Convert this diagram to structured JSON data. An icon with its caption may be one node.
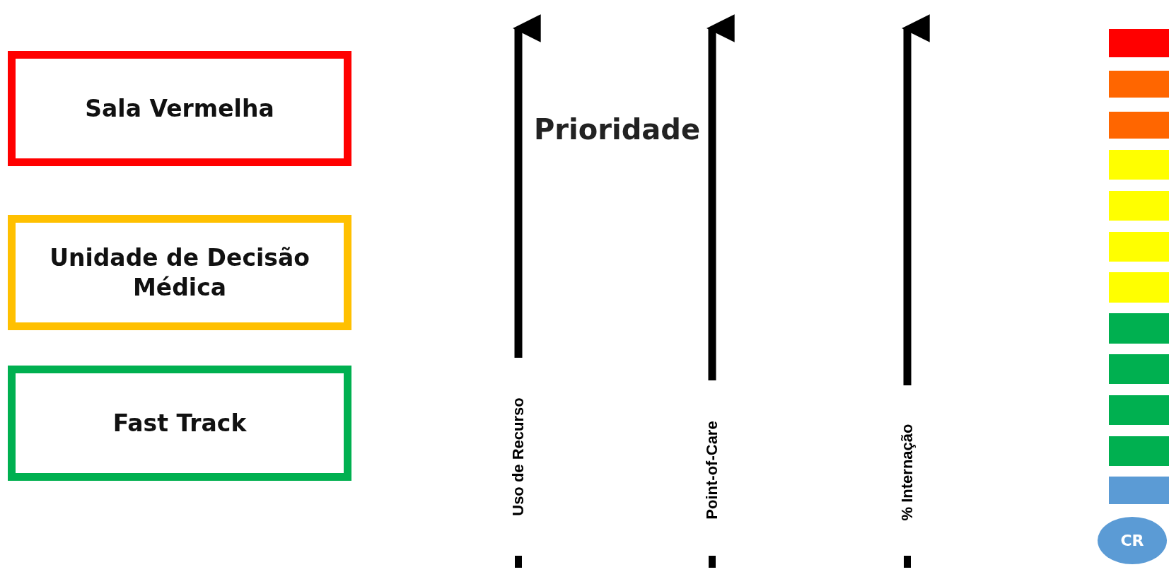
{
  "diagram": {
    "nodes": [
      {
        "text": [
          "Sala Vermelha"
        ]
      },
      {
        "text": [
          "Unidade de Decisão Médica"
        ]
      },
      {
        "text": [
          "Fast Track"
        ]
      },
      {
        "text": [],
        "shape": "bar"
      },
      {
        "text": [],
        "shape": "bar"
      },
      {
        "text": [],
        "shape": "bar"
      },
      {
        "text": [],
        "shape": "bar"
      },
      {
        "text": [],
        "shape": "bar"
      },
      {
        "text": [],
        "shape": "bar"
      },
      {
        "text": [],
        "shape": "bar"
      },
      {
        "text": [],
        "shape": "bar"
      },
      {
        "text": [],
        "shape": "bar"
      },
      {
        "text": [],
        "shape": "bar"
      },
      {
        "text": [],
        "shape": "bar"
      },
      {
        "text": [],
        "shape": "bar"
      },
      {
        "text": [
          "CR"
        ]
      }
    ],
    "labels": [
      "Prioridade",
      "Uso de Recurso",
      "Point-of-Care",
      "% Internação"
    ]
  }
}
